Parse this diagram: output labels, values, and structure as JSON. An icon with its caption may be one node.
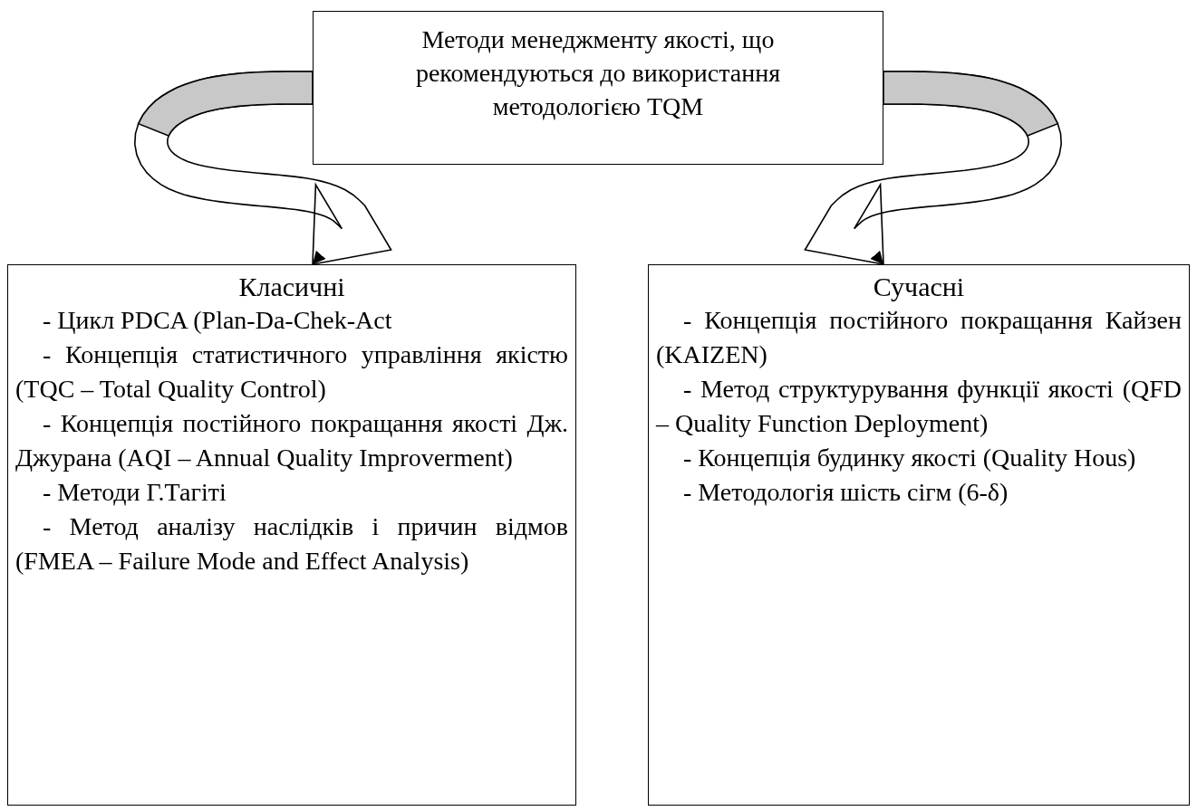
{
  "diagram": {
    "nodes": [
      {
        "text": [
          "Методи менеджменту якості, що рекомендуються до використання методологією TQM"
        ]
      },
      {
        "text": [
          "Класичні",
          "- Цикл PDCA (Plan-Da-Chek-Act",
          "- Концепція статистичного управління якістю (TQC – Total Quality Control)",
          "- Концепція постійного покращання якості Дж. Джурана (AQI – Annual Quality Improverment)",
          "- Методи Г.Тагіті",
          "- Метод аналізу наслідків і причин відмов (FMEA – Failure Mode and Effect Analysis)"
        ]
      },
      {
        "text": [
          "Сучасні",
          "- Концепція постійного покращання Кайзен (KAIZEN)",
          "- Метод структурування функції якості (QFD – Quality Function Deployment)",
          "- Концепція будинку якості (Quality Hous)",
          "- Методологія шість сігм (6-δ)"
        ]
      }
    ],
    "edges": [
      {
        "from": 0,
        "to": 1,
        "arrow": "to"
      },
      {
        "from": 0,
        "to": 2,
        "arrow": "to"
      }
    ]
  }
}
